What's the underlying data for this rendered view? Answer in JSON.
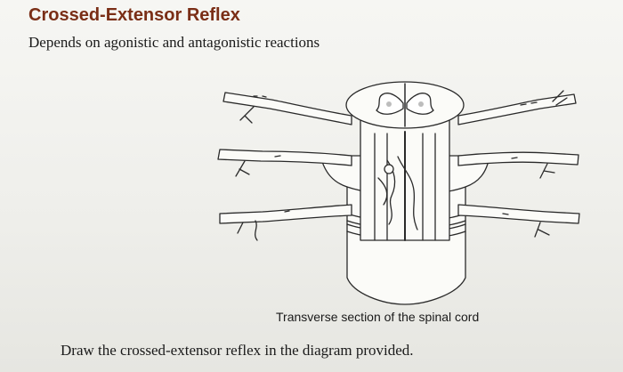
{
  "slide": {
    "title": "Crossed-Extensor Reflex",
    "subtitle": "Depends on agonistic and antagonistic reactions"
  },
  "figure": {
    "caption": "Transverse section of the spinal cord",
    "line_color": "#2a2a2a",
    "fill_color": "#fbfbf8"
  },
  "instruction": "Draw the crossed-extensor reflex in the diagram provided."
}
